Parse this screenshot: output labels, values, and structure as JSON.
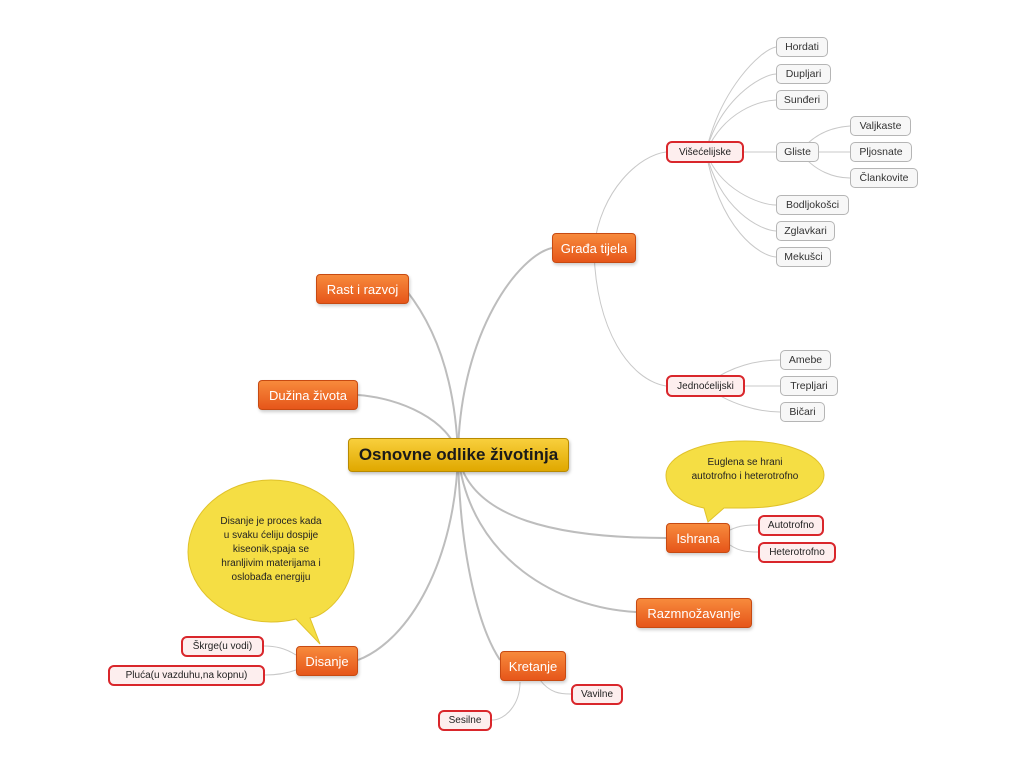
{
  "central": "Osnovne odlike životinja",
  "main": {
    "grada": "Građa tijela",
    "rast": "Rast i razvoj",
    "duzina": "Dužina života",
    "ishrana": "Ishrana",
    "razmnozavanje": "Razmnožavanje",
    "kretanje": "Kretanje",
    "disanje": "Disanje"
  },
  "grada": {
    "visecelijske": "Višećelijske",
    "jednocelijski": "Jednoćelijski",
    "visecelijske_items": [
      "Hordati",
      "Dupljari",
      "Sunđeri",
      "Gliste",
      "Bodljokošci",
      "Zglavkari",
      "Mekušci"
    ],
    "gliste_items": [
      "Valjkaste",
      "Pljosnate",
      "Člankovite"
    ],
    "jednocelijski_items": [
      "Amebe",
      "Trepljari",
      "Bičari"
    ]
  },
  "ishrana": {
    "items": [
      "Autotrofno",
      "Heterotrofno"
    ],
    "note": [
      "Euglena se hrani",
      "autotrofno i heterotrofno"
    ]
  },
  "kretanje": {
    "items": [
      "Vavilne",
      "Sesilne"
    ]
  },
  "disanje": {
    "items": [
      "Škrge(u vodi)",
      "Pluća(u vazduhu,na kopnu)"
    ],
    "note": [
      "Disanje je proces kada",
      "u svaku ćeliju dospije",
      "kiseonik,spaja se",
      "hranljivim materijama i",
      "oslobađa energiju"
    ]
  },
  "colors": {
    "central": "#f3c01f",
    "main": "#ee6a26",
    "sub_border": "#d9262b",
    "callout": "#f5dc3c",
    "link": "#b8b8b8"
  }
}
